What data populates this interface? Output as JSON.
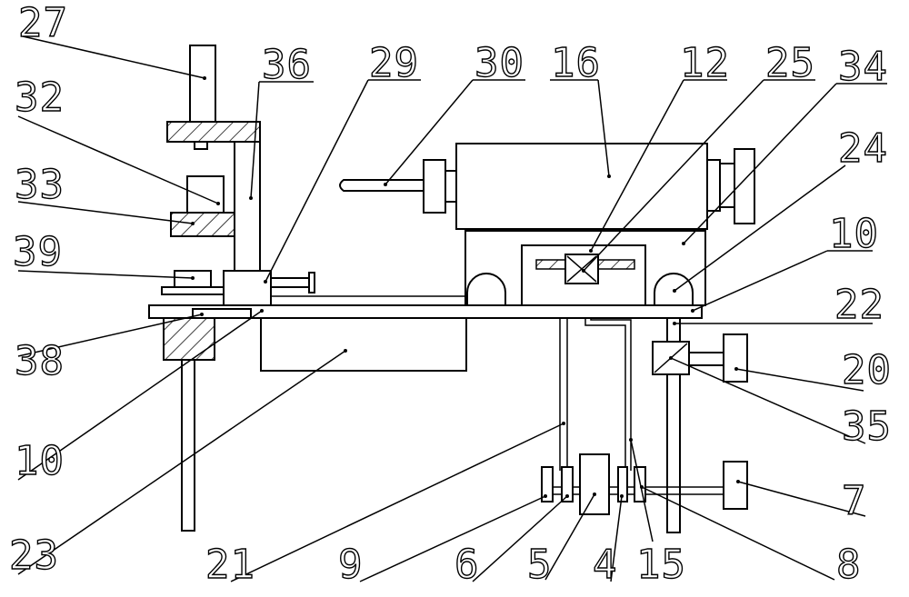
{
  "figure": {
    "labels": [
      {
        "id": "27",
        "text": "27"
      },
      {
        "id": "36",
        "text": "36"
      },
      {
        "id": "29",
        "text": "29"
      },
      {
        "id": "30",
        "text": "30"
      },
      {
        "id": "16",
        "text": "16"
      },
      {
        "id": "12",
        "text": "12"
      },
      {
        "id": "25",
        "text": "25"
      },
      {
        "id": "34",
        "text": "34"
      },
      {
        "id": "32",
        "text": "32"
      },
      {
        "id": "24",
        "text": "24"
      },
      {
        "id": "33",
        "text": "33"
      },
      {
        "id": "10a",
        "text": "10"
      },
      {
        "id": "39",
        "text": "39"
      },
      {
        "id": "22",
        "text": "22"
      },
      {
        "id": "38",
        "text": "38"
      },
      {
        "id": "20",
        "text": "20"
      },
      {
        "id": "35",
        "text": "35"
      },
      {
        "id": "10b",
        "text": "10"
      },
      {
        "id": "7",
        "text": "7"
      },
      {
        "id": "23",
        "text": "23"
      },
      {
        "id": "21",
        "text": "21"
      },
      {
        "id": "9",
        "text": "9"
      },
      {
        "id": "6",
        "text": "6"
      },
      {
        "id": "5",
        "text": "5"
      },
      {
        "id": "4",
        "text": "4"
      },
      {
        "id": "15",
        "text": "15"
      },
      {
        "id": "8",
        "text": "8"
      }
    ]
  }
}
